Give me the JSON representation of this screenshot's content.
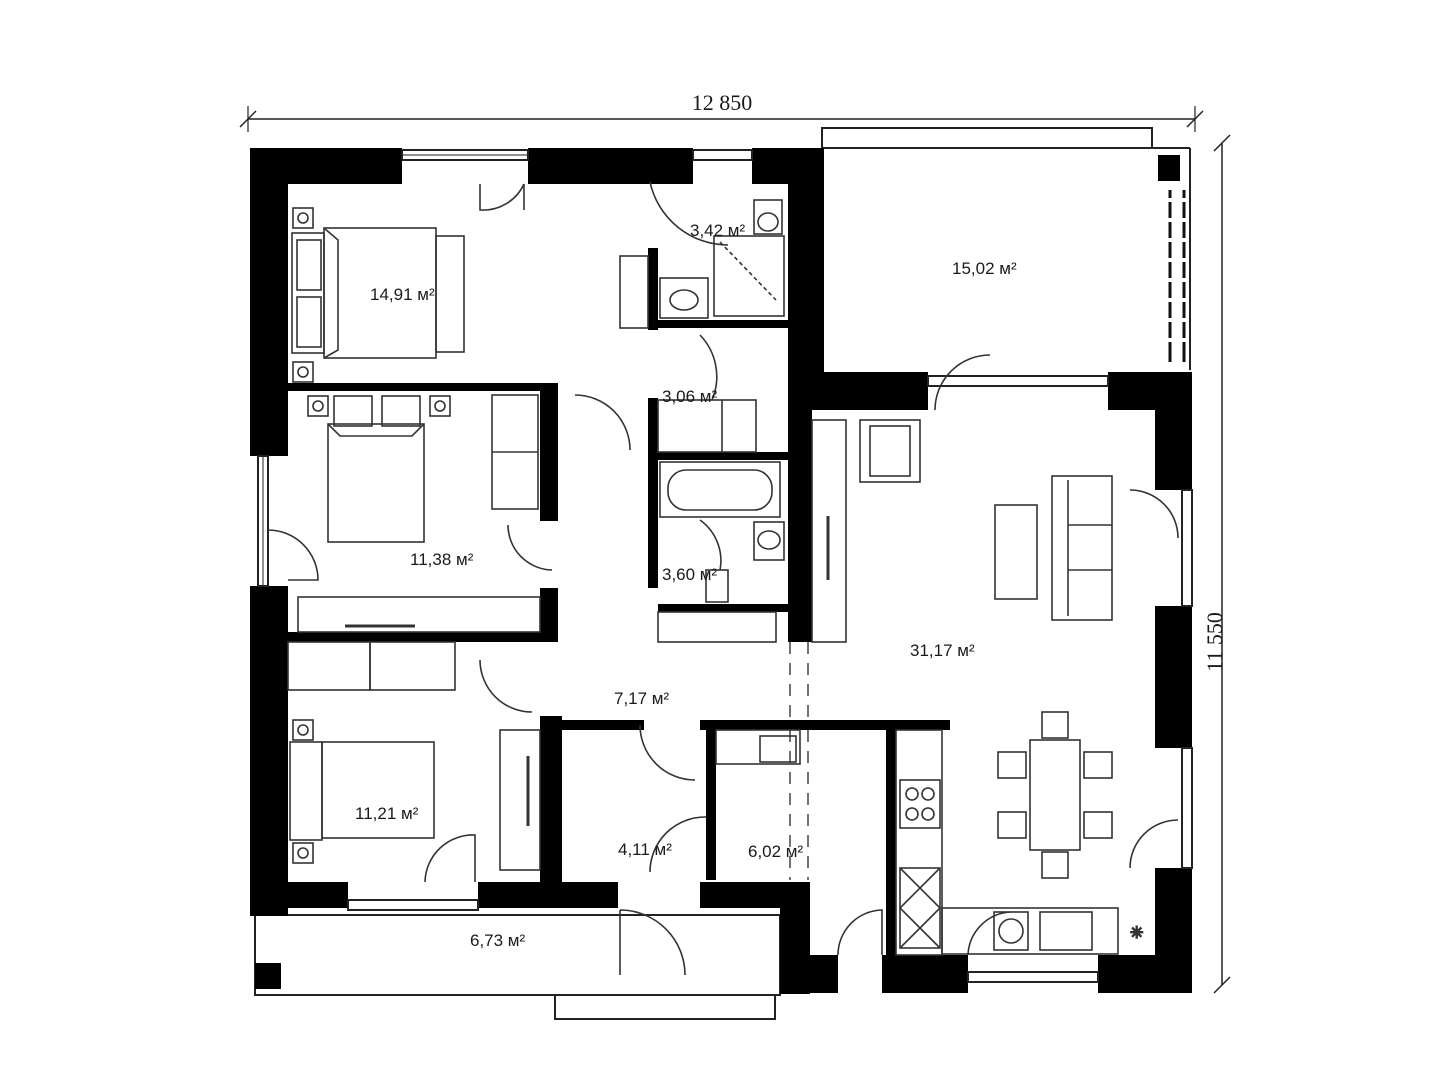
{
  "dimensions": {
    "width": "12 850",
    "height": "11 550"
  },
  "rooms": [
    {
      "id": "bedroom-1",
      "area": "14,91 м²"
    },
    {
      "id": "bathroom-1",
      "area": "3,42 м²"
    },
    {
      "id": "terrace-1",
      "area": "15,02 м²"
    },
    {
      "id": "corridor-small",
      "area": "3,06 м²"
    },
    {
      "id": "bedroom-2",
      "area": "11,38 м²"
    },
    {
      "id": "bathroom-2",
      "area": "3,60 м²"
    },
    {
      "id": "living-room",
      "area": "31,17 м²"
    },
    {
      "id": "hallway",
      "area": "7,17 м²"
    },
    {
      "id": "bedroom-3",
      "area": "11,21 м²"
    },
    {
      "id": "storage",
      "area": "4,11 м²"
    },
    {
      "id": "utility",
      "area": "6,02 м²"
    },
    {
      "id": "porch",
      "area": "6,73 м²"
    }
  ]
}
